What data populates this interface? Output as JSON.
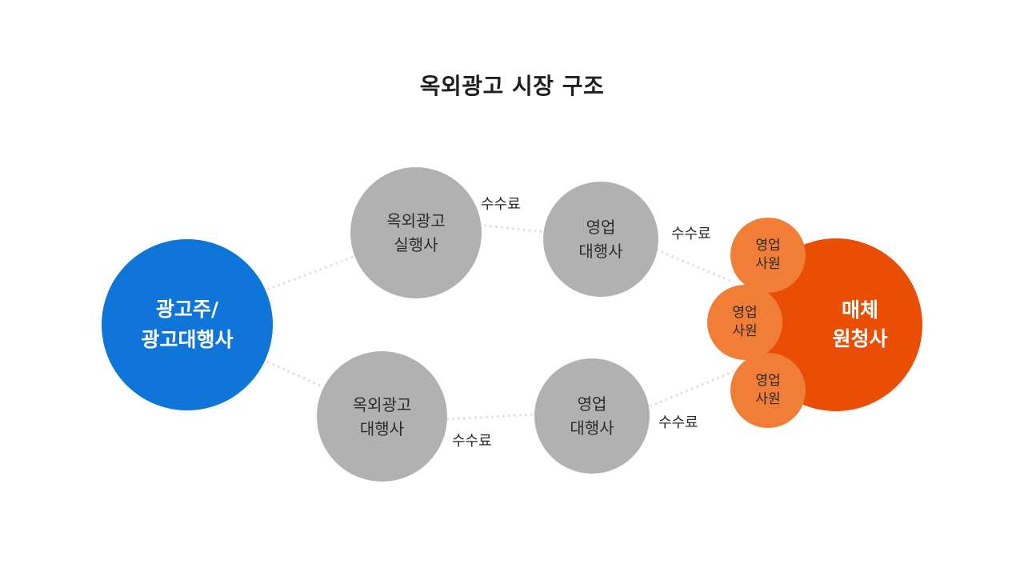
{
  "title": "옥외광고 시장 구조",
  "nodes": {
    "advertiser": {
      "line1": "광고주/",
      "line2": "광고대행사",
      "color": "#0f75d8"
    },
    "ooh_executor": {
      "line1": "옥외광고",
      "line2": "실행사",
      "color": "#b1b1b1"
    },
    "ooh_agency": {
      "line1": "옥외광고",
      "line2": "대행사",
      "color": "#b1b1b1"
    },
    "sales_agency_top": {
      "line1": "영업",
      "line2": "대행사",
      "color": "#b1b1b1"
    },
    "sales_agency_bottom": {
      "line1": "영업",
      "line2": "대행사",
      "color": "#b1b1b1"
    },
    "media_owner": {
      "line1": "매체",
      "line2": "원청사",
      "color": "#ea4e04"
    },
    "sales_staff": [
      {
        "line1": "영업",
        "line2": "사원",
        "color": "#f07e37"
      },
      {
        "line1": "영업",
        "line2": "사원",
        "color": "#f07e37"
      },
      {
        "line1": "영업",
        "line2": "사원",
        "color": "#f07e37"
      }
    ]
  },
  "fees": [
    "수수료",
    "수수료",
    "수수료",
    "수수료"
  ],
  "connector_color": "#e3e3e3"
}
